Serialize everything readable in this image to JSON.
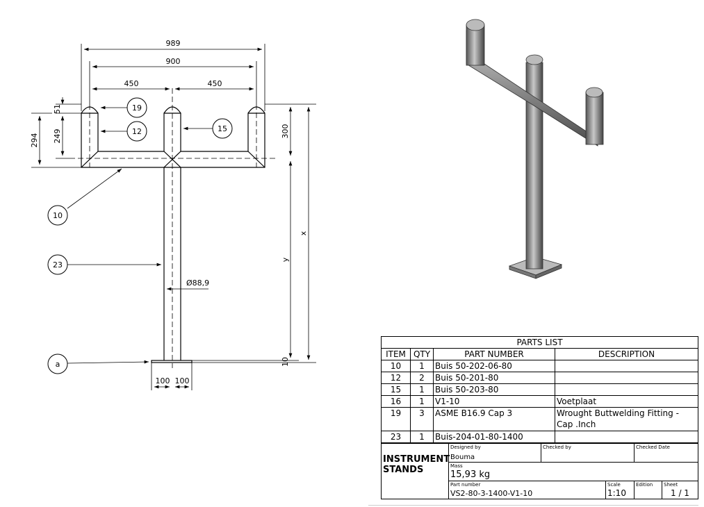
{
  "drawing": {
    "dimensions": {
      "overall_width": "989",
      "tube_spacing": "900",
      "half_left": "450",
      "half_right": "450",
      "cap_height": "51",
      "arm_height": "249",
      "arm_total": "294",
      "top_height": "300",
      "total_x": "x",
      "pole_y": "y",
      "plate": "10",
      "diameter": "Ø88,9",
      "plate_left": "100",
      "plate_right": "100"
    },
    "balloons": {
      "b19": "19",
      "b12": "12",
      "b15": "15",
      "b10": "10",
      "b23": "23",
      "ba": "a"
    }
  },
  "parts_list": {
    "title": "PARTS LIST",
    "headers": [
      "ITEM",
      "QTY",
      "PART NUMBER",
      "DESCRIPTION"
    ],
    "rows": [
      {
        "item": "10",
        "qty": "1",
        "part": "Buis 50-202-06-80",
        "desc": ""
      },
      {
        "item": "12",
        "qty": "2",
        "part": "Buis 50-201-80",
        "desc": ""
      },
      {
        "item": "15",
        "qty": "1",
        "part": "Buis 50-203-80",
        "desc": ""
      },
      {
        "item": "16",
        "qty": "1",
        "part": "V1-10",
        "desc": "Voetplaat"
      },
      {
        "item": "19",
        "qty": "3",
        "part": "ASME B16.9 Cap 3",
        "desc": "Wrought Buttwelding Fitting - Cap .Inch"
      },
      {
        "item": "23",
        "qty": "1",
        "part": "Buis-204-01-80-1400",
        "desc": ""
      }
    ]
  },
  "title_block": {
    "logo": "INSTRUMENT STANDS",
    "designed_by_label": "Designed by",
    "designed_by": "Bouma",
    "checked_by_label": "Checked by",
    "checked_by": "",
    "checked_date_label": "Checked Date",
    "checked_date": "",
    "mass_label": "Mass",
    "mass": "15,93 kg",
    "part_number_label": "Part number",
    "part_number": "VS2-80-3-1400-V1-10",
    "scale_label": "Scale",
    "scale": "1:10",
    "edition_label": "Edition",
    "edition": "",
    "sheet_label": "Sheet",
    "sheet": "1 / 1"
  }
}
